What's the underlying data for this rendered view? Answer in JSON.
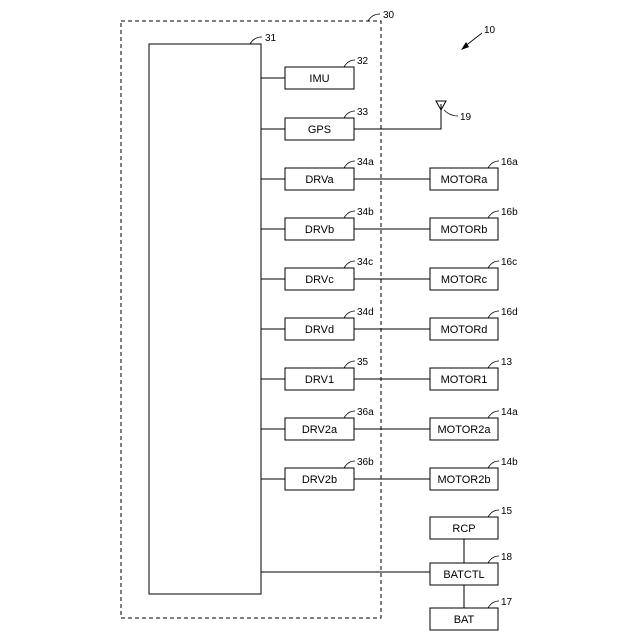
{
  "refs": {
    "system": "10",
    "controller_group": "30",
    "controller": "31",
    "antenna": "19"
  },
  "left_blocks": [
    {
      "key": "imu",
      "label": "IMU",
      "ref": "32"
    },
    {
      "key": "gps",
      "label": "GPS",
      "ref": "33"
    },
    {
      "key": "drva",
      "label": "DRVa",
      "ref": "34a"
    },
    {
      "key": "drvb",
      "label": "DRVb",
      "ref": "34b"
    },
    {
      "key": "drvc",
      "label": "DRVc",
      "ref": "34c"
    },
    {
      "key": "drvd",
      "label": "DRVd",
      "ref": "34d"
    },
    {
      "key": "drv1",
      "label": "DRV1",
      "ref": "35"
    },
    {
      "key": "drv2a",
      "label": "DRV2a",
      "ref": "36a"
    },
    {
      "key": "drv2b",
      "label": "DRV2b",
      "ref": "36b"
    }
  ],
  "right_blocks": [
    {
      "key": "motora",
      "label": "MOTORa",
      "ref": "16a"
    },
    {
      "key": "motorb",
      "label": "MOTORb",
      "ref": "16b"
    },
    {
      "key": "motorc",
      "label": "MOTORc",
      "ref": "16c"
    },
    {
      "key": "motord",
      "label": "MOTORd",
      "ref": "16d"
    },
    {
      "key": "motor1",
      "label": "MOTOR1",
      "ref": "13"
    },
    {
      "key": "motor2a",
      "label": "MOTOR2a",
      "ref": "14a"
    },
    {
      "key": "motor2b",
      "label": "MOTOR2b",
      "ref": "14b"
    }
  ],
  "power_blocks": [
    {
      "key": "rcp",
      "label": "RCP",
      "ref": "15"
    },
    {
      "key": "batctl",
      "label": "BATCTL",
      "ref": "18"
    },
    {
      "key": "bat",
      "label": "BAT",
      "ref": "17"
    }
  ]
}
